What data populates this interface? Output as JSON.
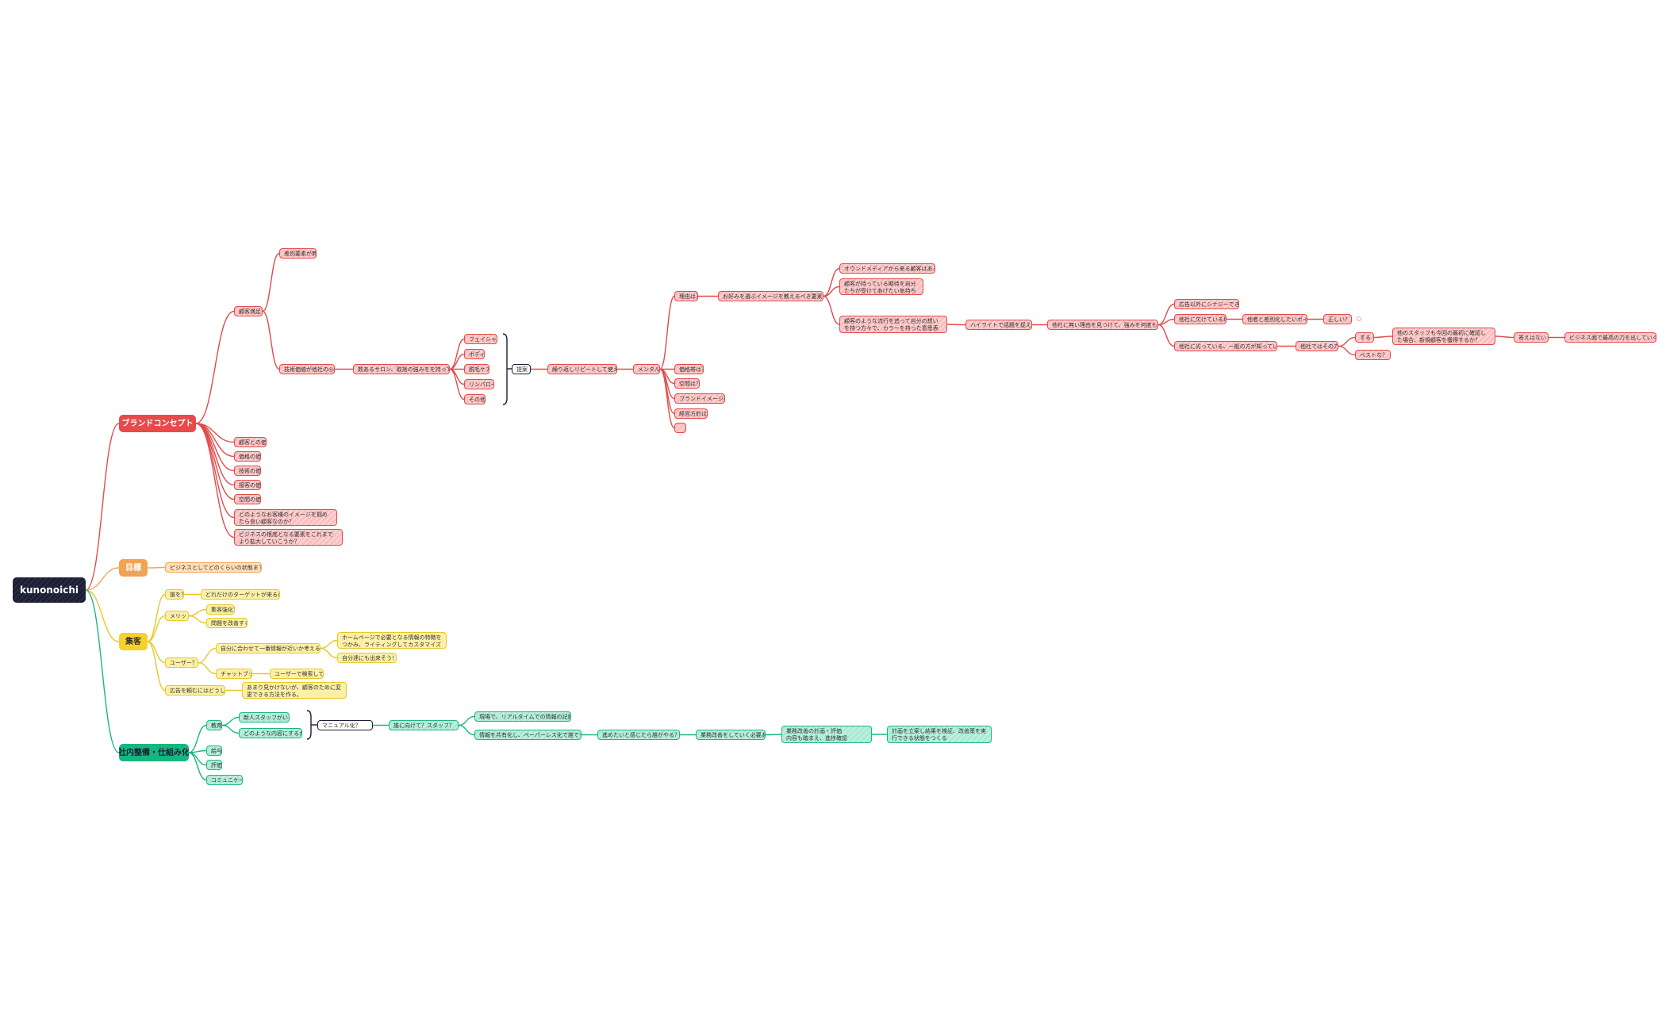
{
  "root": "kunonoichi",
  "colors": {
    "red": "#e24b4b",
    "orange": "#f2a55a",
    "yellow": "#e8c72a",
    "green": "#1fb583",
    "dark": "#1c1e35"
  },
  "nodes": {
    "brand": "ブランドコンセプト",
    "b1": "差別要素が無い",
    "b2": "顧客満足？",
    "b3": "技術価値が他社の◎◎ほど",
    "b4": "数あるサロン、取捨の強みをを持っている",
    "c1": "フェイシャル",
    "c2": "ボディ",
    "c3": "脱毛ケア",
    "c4": "リンパロー",
    "c5": "その他",
    "tag1": "提案",
    "d1": "繰り返しリピートして使える？",
    "d2": "メンタル？",
    "e1": "理由は？",
    "e2": "価格帯は？",
    "e3": "空間は？",
    "e4": "ブランドイメージは？",
    "e5": "経営方針は？",
    "e6": "",
    "f1": "お好みを選ぶイメージを教えるべき要素なのか？",
    "g1": "オウンドメディアから来る顧客はあるか？",
    "g2": "顧客が持っている期待を自分たちが受けてあげたい気持ちになる？",
    "g3": "顧客のような流行を追って自分の想いを持つ方々で、カラーを持った意思表示を示す顧客から考えてある。",
    "h1": "ハイライトで話題を捉える？",
    "i1": "他社に無い理由を見つけて、強みを何度も生きる？",
    "j1": "広告以外にシナジーできる？",
    "j2": "他社に欠けている理由",
    "j3": "他社に劣っている、一般の方が知っているような。",
    "k1": "他者と差別化したいポイント",
    "k2": "正しい？",
    "k3": "他社ではその力？",
    "l1": "する",
    "l2": "ベストな？",
    "m1": "他のスタッフも今回の最初に確認した場合、新規顧客を獲得するか？",
    "m2": "答えはない",
    "m3": "ビジネス面で最高の力を出していくか、確かめる",
    "n1": "顧客との価値",
    "n2": "価格の価値",
    "n3": "技術の価値",
    "n4": "接客の価値",
    "n5": "空間の価値",
    "n6": "どのようなお客様のイメージを掴めたら良い顧客なのか？",
    "n7": "ビジネスの根底となる要素をこれまでより拡大していこうか？",
    "goal": "目標",
    "goal1": "ビジネスとしてどのくらいの状態まで伸ばしたいか",
    "syuukyaku": "集客",
    "y1": "誰を？",
    "y1a": "どれだけのターゲットが来るのか？",
    "y2": "メリット",
    "y2a": "集客強化？",
    "y2b": "問題を改善する？",
    "y3": "ユーザー？",
    "y3a": "自分に合わせて一番情報が近いか考える？",
    "y3a1": "ホームページで必要となる情報の特徴をつかみ、ライティングしてカスタマイズ",
    "y3a2": "自分達にも出来そう！",
    "y3b": "チャットブック",
    "y3b1": "ユーザーで検索してみる",
    "y4": "広告を頼むにはどうしていく？",
    "y4a": "あまり見かけないが、顧客のために変更できる方法を作る。",
    "internal": "社内整備・仕組み化",
    "z1": "教育",
    "z1a": "新人スタッフがいない",
    "z1b": "どのような内容にするか",
    "tag2": "マニュアル化？",
    "z2": "誰に向けて？スタッフ？",
    "z2a": "現場で、リアルタイムでの情報の記録",
    "z2b": "情報を共有化し、ペーパーレス化で誰でも見られる状態をつくる",
    "z3": "進めたいと感じたら誰がやる？",
    "z4": "業務改善をしていく必要あり",
    "z5": "業務改善の計画・評価\n内容も踏まえ、進捗確認",
    "z6": "計画を立案し結果を検証、改善策を実行できる状態をつくる",
    "z7": "給与",
    "z8": "評価",
    "z9": "コミュニケーション"
  }
}
